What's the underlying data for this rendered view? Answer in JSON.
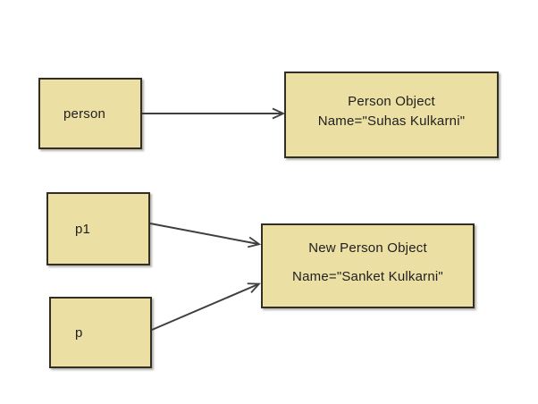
{
  "diagram": {
    "background_color": "#ffffff",
    "box_fill_color": "#ebdfa3",
    "box_border_color": "#332e24",
    "arrow_color": "#3f3f3f",
    "text_color": "#1f1f1f",
    "variables": [
      {
        "id": "person",
        "label": "person"
      },
      {
        "id": "p1",
        "label": "p1"
      },
      {
        "id": "p",
        "label": "p"
      }
    ],
    "objects": [
      {
        "id": "person-object",
        "title": "Person Object",
        "name_line": "Name=\"Suhas Kulkarni\""
      },
      {
        "id": "new-person-object",
        "title": "New Person Object",
        "name_line": "Name=\"Sanket Kulkarni\""
      }
    ],
    "references": [
      {
        "from": "person",
        "to": "person-object"
      },
      {
        "from": "p1",
        "to": "new-person-object"
      },
      {
        "from": "p",
        "to": "new-person-object"
      }
    ]
  }
}
